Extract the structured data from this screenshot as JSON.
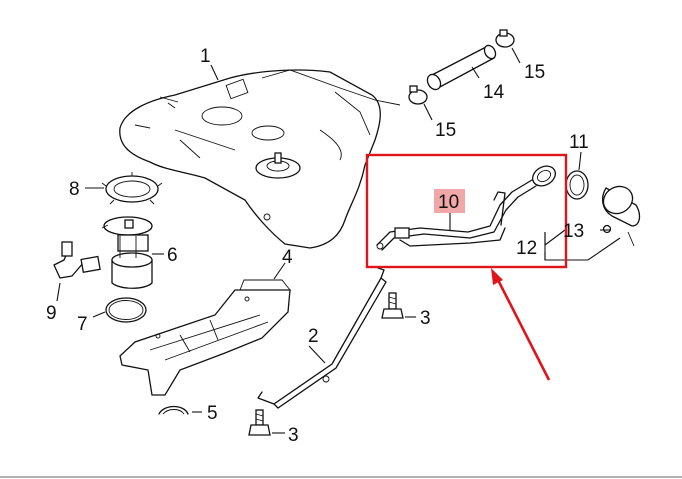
{
  "callouts": {
    "c1": "1",
    "c2": "2",
    "c3a": "3",
    "c3b": "3",
    "c4": "4",
    "c5": "5",
    "c6": "6",
    "c7": "7",
    "c8": "8",
    "c9": "9",
    "c10": "10",
    "c11": "11",
    "c12": "12",
    "c13": "13",
    "c14": "14",
    "c15a": "15",
    "c15b": "15"
  },
  "colors": {
    "highlight_box": "#e0151b",
    "highlight_arrow": "#e0151b",
    "callout_10_fill": "#f0a7a7",
    "line_art": "#111111"
  }
}
